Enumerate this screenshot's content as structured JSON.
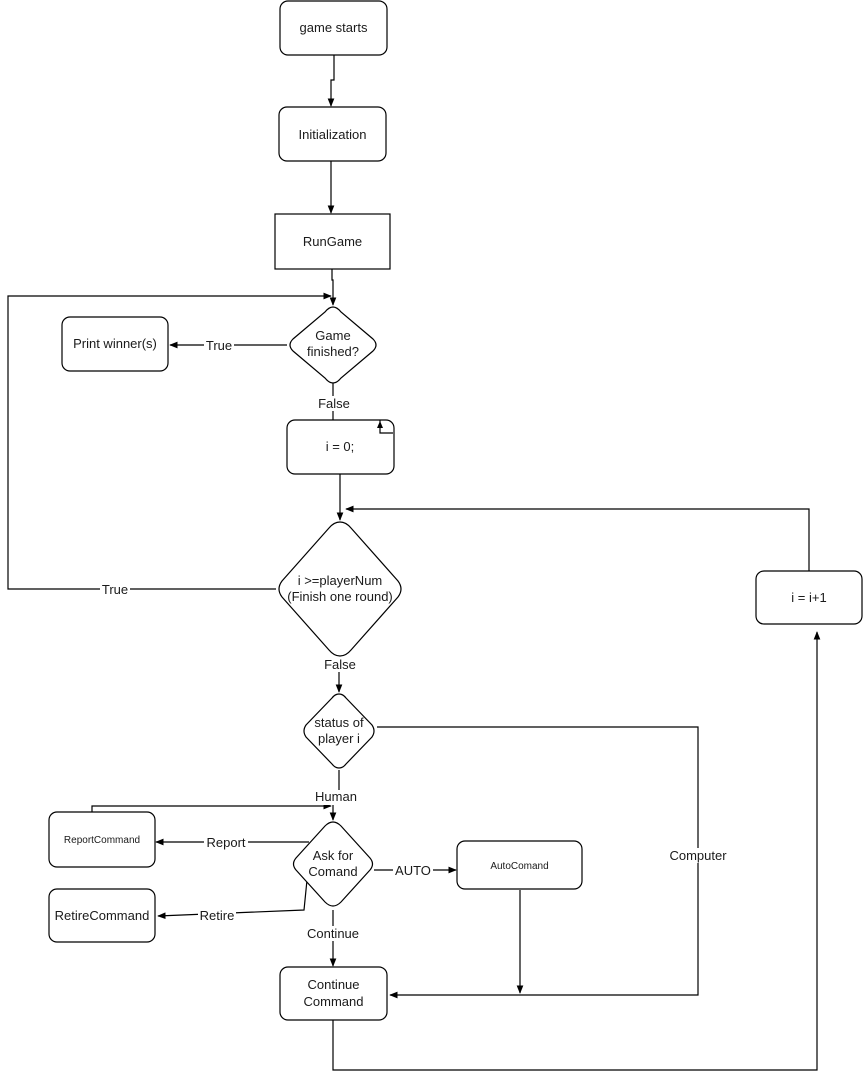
{
  "nodes": {
    "game_starts": "game starts",
    "initialization": "Initialization",
    "run_game": "RunGame",
    "game_finished_1": "Game",
    "game_finished_2": "finished?",
    "print_winners": "Print winner(s)",
    "i_zero": "i = 0;",
    "round_check_1": "i >=playerNum",
    "round_check_2": "(Finish one round)",
    "i_increment": "i = i+1",
    "status_1": "status of",
    "status_2": "player i",
    "ask_1": "Ask for",
    "ask_2": "Comand",
    "report_command": "ReportCommand",
    "retire_command": "RetireCommand",
    "auto_command": "AutoComand",
    "continue_1": "Continue",
    "continue_2": "Command"
  },
  "edges": {
    "true_winner": "True",
    "false_after_finished": "False",
    "true_round": "True",
    "false_round": "False",
    "human": "Human",
    "report": "Report",
    "retire": "Retire",
    "auto": "AUTO",
    "continue": "Continue",
    "computer": "Computer"
  },
  "colors": {
    "stroke": "#000000",
    "fill": "#ffffff",
    "text": "#1a1a1a"
  }
}
